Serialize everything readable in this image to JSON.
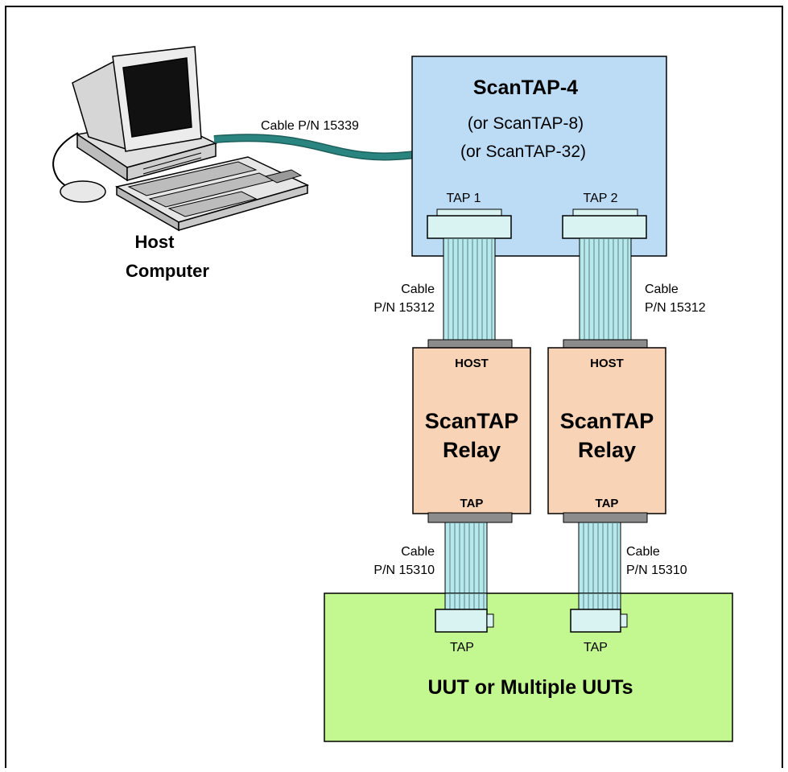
{
  "host": {
    "label_line1": "Host",
    "label_line2": "Computer",
    "icon": "desktop-computer-icon"
  },
  "host_cable": {
    "label": "Cable P/N 15339"
  },
  "controller": {
    "title": "ScanTAP-4",
    "alt1": "(or ScanTAP-8)",
    "alt2": "(or ScanTAP-32)",
    "tap1_label": "TAP 1",
    "tap2_label": "TAP 2"
  },
  "upper_cables": [
    {
      "line1": "Cable",
      "line2": "P/N 15312"
    },
    {
      "line1": "Cable",
      "line2": "P/N 15312"
    }
  ],
  "relays": [
    {
      "host_label": "HOST",
      "title_line1": "ScanTAP",
      "title_line2": "Relay",
      "tap_label": "TAP"
    },
    {
      "host_label": "HOST",
      "title_line1": "ScanTAP",
      "title_line2": "Relay",
      "tap_label": "TAP"
    }
  ],
  "lower_cables": [
    {
      "line1": "Cable",
      "line2": "P/N 15310"
    },
    {
      "line1": "Cable",
      "line2": "P/N 15310"
    }
  ],
  "uut": {
    "title": "UUT or Multiple UUTs",
    "tap1_label": "TAP",
    "tap2_label": "TAP"
  },
  "colors": {
    "controller_fill": "#bcdcf6",
    "relay_fill": "#f9d3b5",
    "uut_fill": "#c3f78f",
    "connector_fill": "#d9f3f3",
    "cable_stripe": "#b5e9ec",
    "header_gray": "#8c8c8c",
    "host_cable": "#2a8580"
  }
}
